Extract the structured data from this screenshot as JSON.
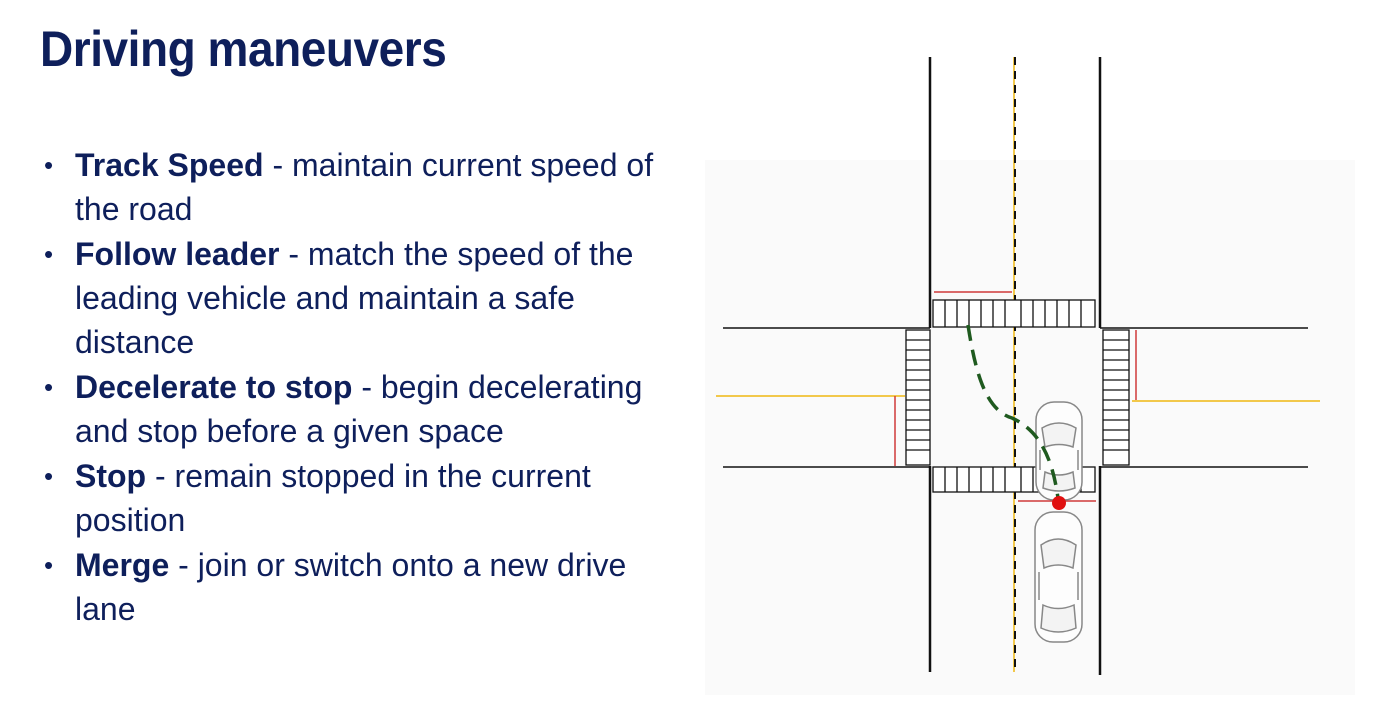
{
  "slide": {
    "title": "Driving maneuvers",
    "bullets": [
      {
        "term": "Track Speed",
        "description": " - maintain current speed of the road"
      },
      {
        "term": "Follow leader",
        "description": " - match the speed of the leading vehicle and maintain a safe distance"
      },
      {
        "term": "Decelerate to stop",
        "description": " - begin decelerating and stop before a given space"
      },
      {
        "term": "Stop",
        "description": " - remain stopped in the current position"
      },
      {
        "term": "Merge",
        "description": " - join or switch onto a new drive lane"
      }
    ],
    "bullet_glyph": "•"
  },
  "colors": {
    "text": "#0e1f5b",
    "road_edge": "#111111",
    "center_line": "#f2c84b",
    "stop_line": "#d03a3a",
    "path": "#1f5a1f",
    "stop_point": "#e01010"
  }
}
